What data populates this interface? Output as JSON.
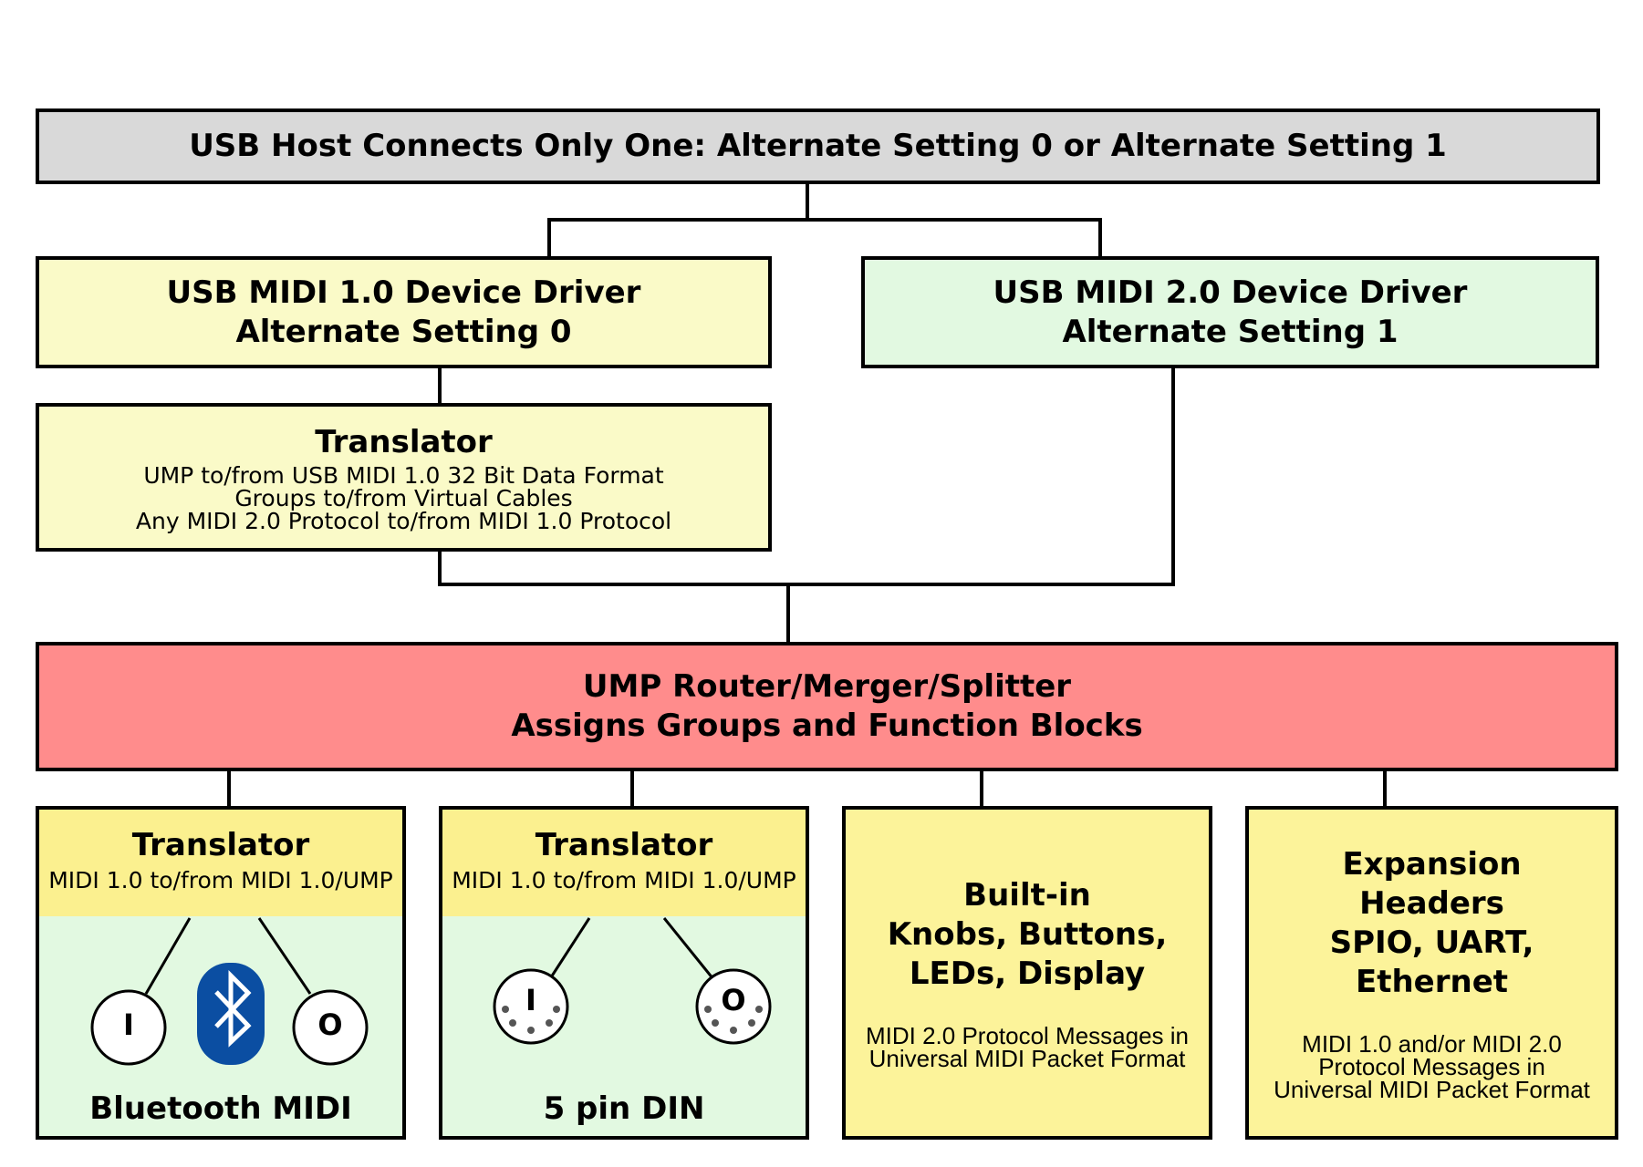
{
  "host": {
    "label": "USB Host Connects Only One: Alternate Setting 0 or Alternate Setting 1"
  },
  "midi1_driver": {
    "line1": "USB MIDI 1.0 Device Driver",
    "line2": "Alternate Setting 0"
  },
  "midi2_driver": {
    "line1": "USB MIDI 2.0 Device Driver",
    "line2": "Alternate Setting 1"
  },
  "translator_top": {
    "title": "Translator",
    "lines": [
      "UMP to/from USB MIDI 1.0 32 Bit Data Format",
      "Groups to/from Virtual Cables",
      "Any MIDI 2.0 Protocol to/from MIDI 1.0 Protocol"
    ]
  },
  "router": {
    "line1": "UMP Router/Merger/Splitter",
    "line2": "Assigns Groups and Function Blocks"
  },
  "bluetooth": {
    "translator_title": "Translator",
    "translator_desc": "MIDI 1.0 to/from MIDI 1.0/UMP",
    "in_label": "I",
    "out_label": "O",
    "caption": "Bluetooth MIDI"
  },
  "din": {
    "translator_title": "Translator",
    "translator_desc": "MIDI 1.0 to/from MIDI 1.0/UMP",
    "in_label": "I",
    "out_label": "O",
    "caption": "5 pin DIN"
  },
  "builtin": {
    "title_lines": [
      "Built-in",
      "Knobs, Buttons,",
      "LEDs, Display"
    ],
    "desc_lines": [
      "MIDI 2.0 Protocol Messages in",
      "Universal MIDI Packet Format"
    ]
  },
  "expansion": {
    "title_lines": [
      "Expansion",
      "Headers",
      "SPIO, UART, Ethernet"
    ],
    "desc_lines": [
      "MIDI 1.0 and/or MIDI 2.0",
      "Protocol Messages in",
      "Universal MIDI Packet Format"
    ]
  },
  "colors": {
    "host_fill": "#d9d9d9",
    "midi1_fill": "#fafac8",
    "midi2_fill": "#e2f9e1",
    "router_fill": "#ff8c8c",
    "translator_fill": "#fbf08f",
    "port_panel_fill": "#e2f9e1",
    "builtin_fill": "#fcf39a",
    "bluetooth_blue": "#0b4ea2"
  }
}
